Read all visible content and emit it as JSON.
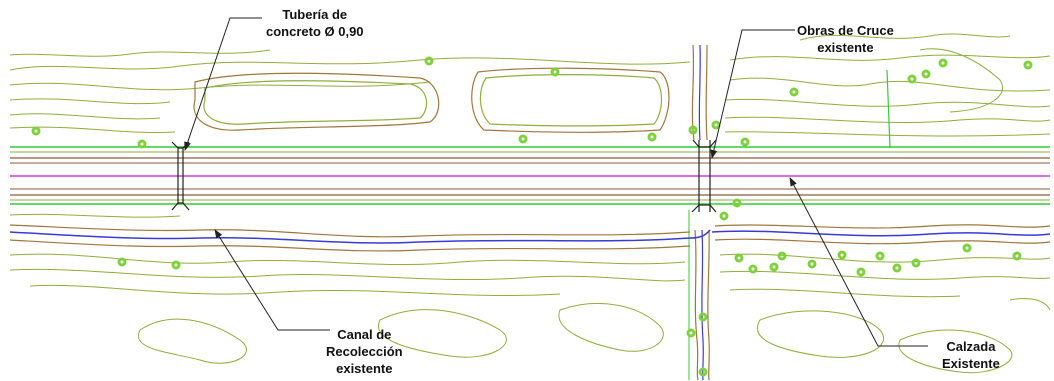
{
  "labels": {
    "tuberia": {
      "line1": "Tubería de",
      "line2": "concreto Ø 0,90"
    },
    "obras": {
      "line1": "Obras de Cruce",
      "line2": "existente"
    },
    "canal": {
      "line1": "Canal de",
      "line2": "Recolección",
      "line3": "existente"
    },
    "calzada": {
      "line1": "Calzada",
      "line2": "Existente"
    }
  },
  "colors": {
    "contour": "#8fae3c",
    "contour_brown": "#a0763a",
    "road_edge": "#8b5a3c",
    "road_center": "#d63ad6",
    "road_green": "#33cc33",
    "canal_blue": "#3a3ad6",
    "tree": "#7dd23a",
    "leader": "#222222"
  },
  "icons": {
    "tree_symbol": "tree-icon",
    "leader_arrow": "arrow-icon"
  }
}
